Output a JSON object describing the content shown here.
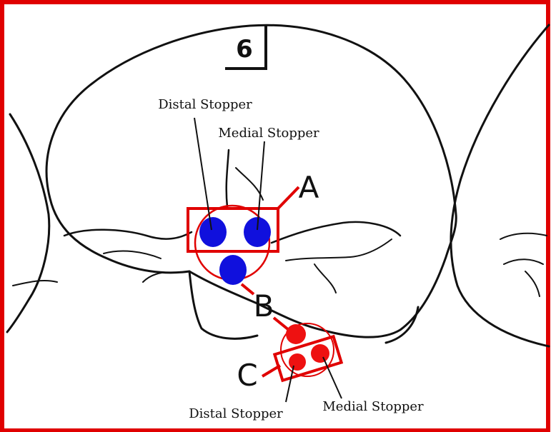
{
  "tooth_number": "6",
  "labels": {
    "A": "A",
    "B": "B",
    "C": "C",
    "distal_upper": "Distal Stopper",
    "medial_upper": "Medial Stopper",
    "distal_lower": "Distal Stopper",
    "medial_lower": "Medial Stopper"
  },
  "colors": {
    "frame": "#e00000",
    "blue_stopper": "#1010dd",
    "red_stopper": "#ee1111",
    "outline": "#111111"
  }
}
